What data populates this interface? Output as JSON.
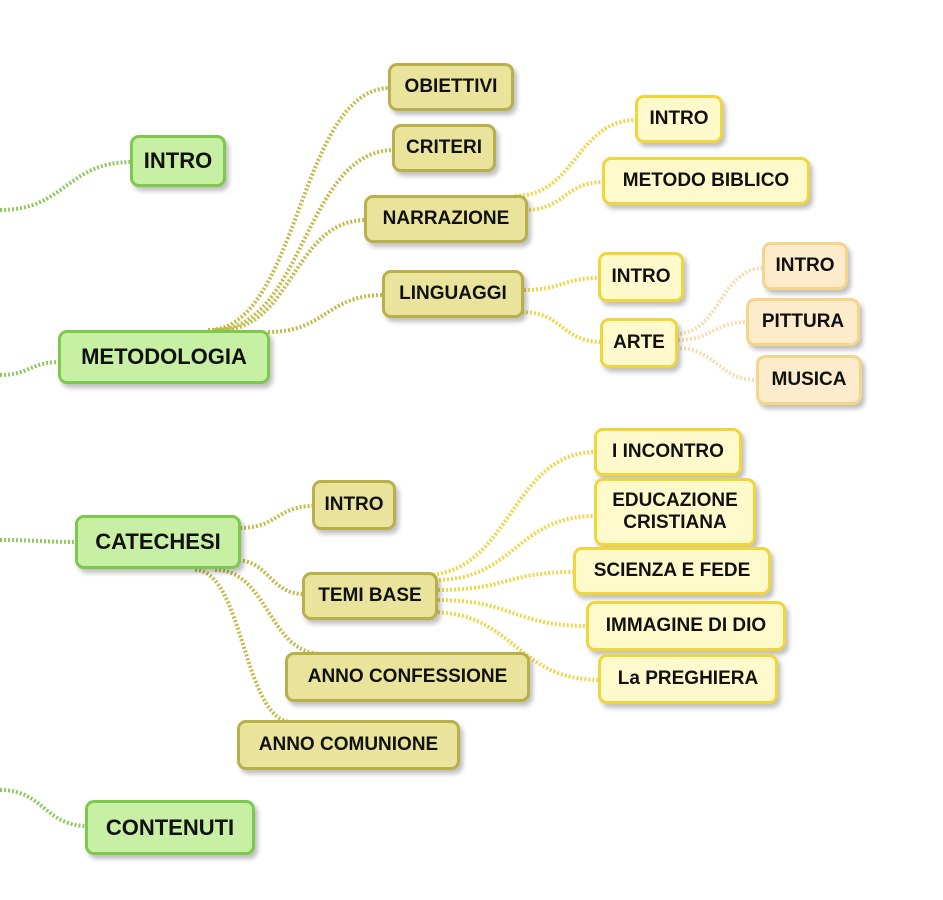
{
  "root_branches": {
    "intro": "INTRO",
    "metodologia": {
      "label": "METODOLOGIA",
      "children": {
        "obiettivi": "OBIETTIVI",
        "criteri": "CRITERI",
        "narrazione": {
          "label": "NARRAZIONE",
          "children": {
            "intro": "INTRO",
            "metodo_biblico": "METODO BIBLICO"
          }
        },
        "linguaggi": {
          "label": "LINGUAGGI",
          "children": {
            "intro": "INTRO",
            "arte": {
              "label": "ARTE",
              "children": {
                "intro": "INTRO",
                "pittura": "PITTURA",
                "musica": "MUSICA"
              }
            }
          }
        }
      }
    },
    "catechesi": {
      "label": "CATECHESI",
      "children": {
        "intro": "INTRO",
        "temi_base": {
          "label": "TEMI BASE",
          "children": {
            "i_incontro": "I INCONTRO",
            "educazione_cristiana": "EDUCAZIONE CRISTIANA",
            "scienza_e_fede": "SCIENZA E FEDE",
            "immagine_di_dio": "IMMAGINE DI DIO",
            "la_preghiera": "La PREGHIERA"
          }
        },
        "anno_confessione": "ANNO CONFESSIONE",
        "anno_comunione": "ANNO COMUNIONE"
      }
    },
    "contenuti": "CONTENUTI"
  },
  "colors": {
    "level1": "#c8f0a4",
    "level2": "#e9e39c",
    "level3": "#fffacb",
    "level4": "#fdeccb"
  }
}
